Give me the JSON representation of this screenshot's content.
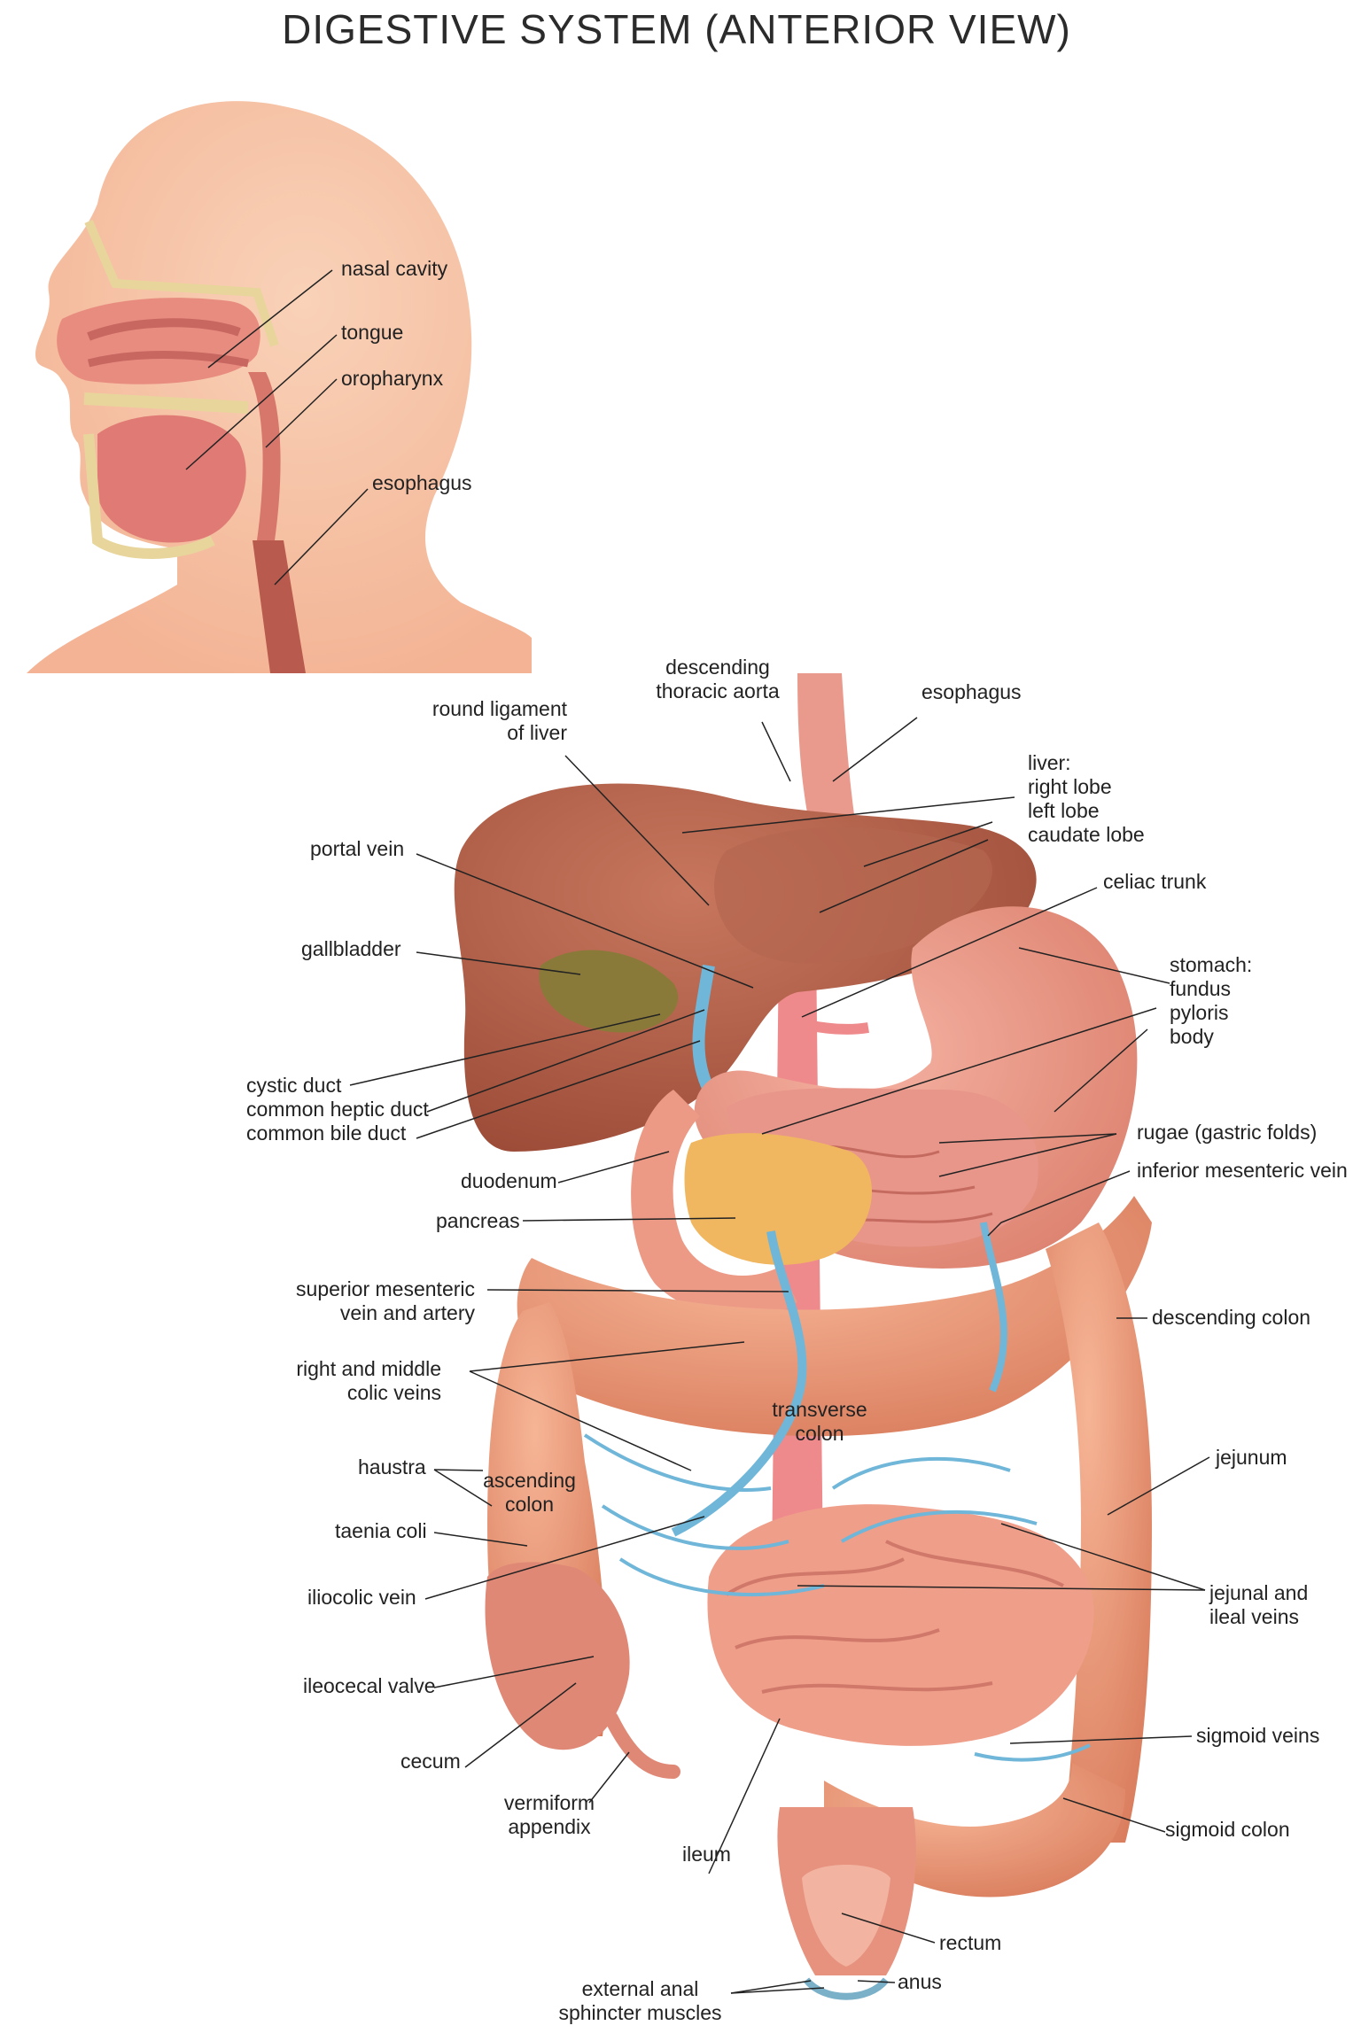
{
  "title": "DIGESTIVE SYSTEM (ANTERIOR VIEW)",
  "head_labels": {
    "nasal_cavity": "nasal cavity",
    "tongue": "tongue",
    "oropharynx": "oropharynx",
    "esophagus": "esophagus"
  },
  "torso_labels": {
    "descending_thoracic_aorta": [
      "descending",
      "thoracic aorta"
    ],
    "esophagus": "esophagus",
    "round_ligament": [
      "round ligament",
      "of liver"
    ],
    "liver": [
      "liver:",
      "right lobe",
      "left lobe",
      "caudate lobe"
    ],
    "portal_vein": "portal vein",
    "celiac_trunk": "celiac trunk",
    "gallbladder": "gallbladder",
    "stomach": [
      "stomach:",
      "fundus",
      "pyloris",
      "body"
    ],
    "ducts": [
      "cystic duct",
      "common heptic duct",
      "common bile duct"
    ],
    "rugae": "rugae (gastric folds)",
    "duodenum": "duodenum",
    "inferior_mesenteric_vein": "inferior mesenteric vein",
    "pancreas": "pancreas",
    "superior_mesenteric": [
      "superior mesenteric",
      "vein and artery"
    ],
    "descending_colon": "descending colon",
    "right_middle_colic": [
      "right and middle",
      "colic veins"
    ],
    "transverse_colon": [
      "transverse",
      "colon"
    ],
    "haustra": "haustra",
    "ascending_colon": [
      "ascending",
      "colon"
    ],
    "jejunum": "jejunum",
    "taenia_coli": "taenia coli",
    "iliocolic_vein": "iliocolic vein",
    "jejunal_ileal_veins": [
      "jejunal and",
      "ileal veins"
    ],
    "ileocecal_valve": "ileocecal valve",
    "sigmoid_veins": "sigmoid veins",
    "cecum": "cecum",
    "vermiform_appendix": [
      "vermiform",
      "appendix"
    ],
    "sigmoid_colon": "sigmoid colon",
    "ileum": "ileum",
    "rectum": "rectum",
    "anus": "anus",
    "external_anal": [
      "external anal",
      "sphincter muscles"
    ]
  },
  "colors": {
    "skin": "#f7c0a0",
    "liver": "#b8614a",
    "stomach": "#ec9a86",
    "colon": "#ef9e7c",
    "vein": "#6fb6d8",
    "artery": "#ef8a8c",
    "gallbladder": "#8a7a3a",
    "pancreas": "#f0b760"
  }
}
